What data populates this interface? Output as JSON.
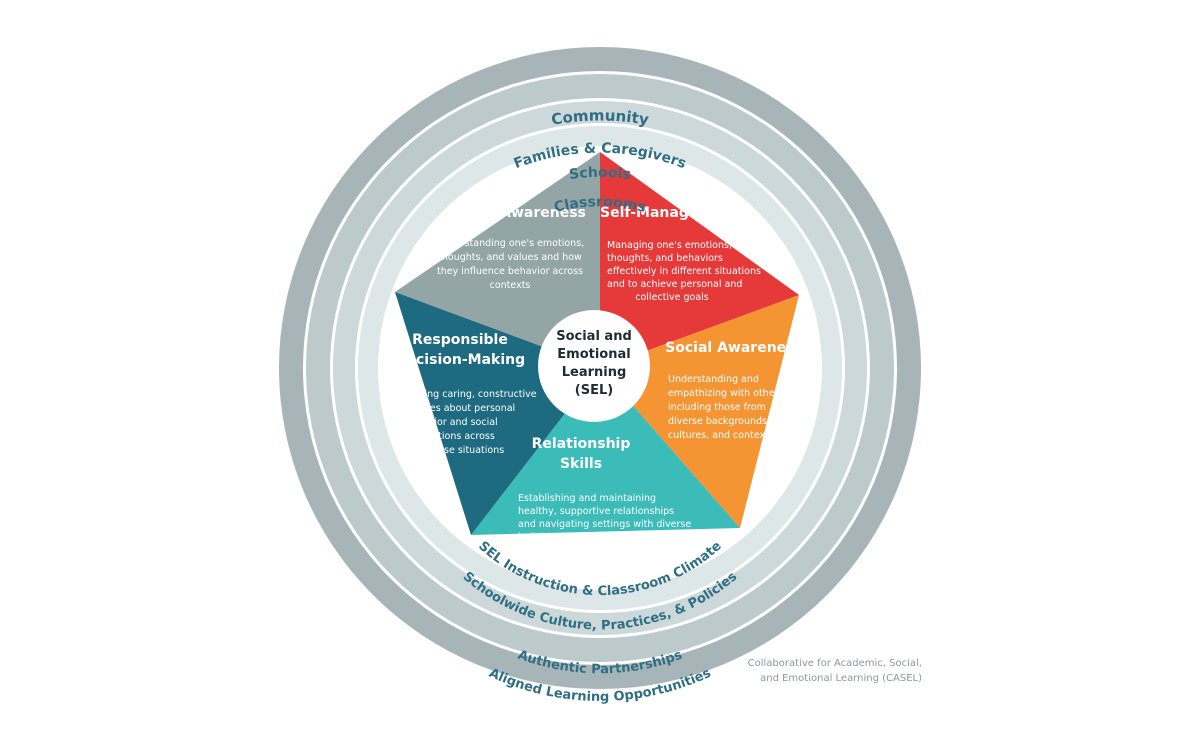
{
  "colors": {
    "self_awareness": "#94a5a6",
    "self_management": "#e6393a",
    "social_awareness": "#f59433",
    "relationship_skills": "#3cbcb9",
    "responsible_decision_making": "#1e6a80",
    "ring_text": "#2f6f84"
  },
  "outer_rings": {
    "community": "Community",
    "families": "Families & Caregivers",
    "schools": "Schools",
    "classrooms": "Classrooms"
  },
  "bottom_rings": {
    "instruction": "SEL Instruction & Classroom Climate",
    "schoolwide": "Schoolwide Culture, Practices, & Policies",
    "partnerships": "Authentic Partnerships",
    "opportunities": "Aligned Learning Opportunities"
  },
  "center": {
    "line1": "Social and",
    "line2": "Emotional",
    "line3": "Learning",
    "line4": "(SEL)"
  },
  "segments": {
    "self_awareness": {
      "title": "Self-Awareness",
      "desc": [
        "Understanding one's emotions,",
        "thoughts, and values and how",
        "they influence behavior across",
        "contexts"
      ]
    },
    "self_management": {
      "title": "Self-Management",
      "desc": [
        "Managing one's emotions,",
        "thoughts, and behaviors",
        "effectively in different situations",
        "and to achieve personal and",
        "collective goals"
      ]
    },
    "social_awareness": {
      "title": "Social Awareness",
      "desc": [
        "Understanding and",
        "empathizing with others,",
        "including those from",
        "diverse backgrounds,",
        "cultures, and contexts"
      ]
    },
    "relationship_skills": {
      "title_line1": "Relationship",
      "title_line2": "Skills",
      "desc": [
        "Establishing and maintaining",
        "healthy, supportive relationships",
        "and navigating settings with diverse",
        "individuals and groups"
      ]
    },
    "responsible_decision_making": {
      "title_line1": "Responsible",
      "title_line2": "Decision-Making",
      "desc": [
        "Making caring, constructive",
        "choices about personal",
        "behavior and social",
        "interactions across",
        "diverse situations"
      ]
    }
  },
  "credit": {
    "line1": "Collaborative for Academic, Social,",
    "line2": "and Emotional Learning (CASEL)"
  }
}
